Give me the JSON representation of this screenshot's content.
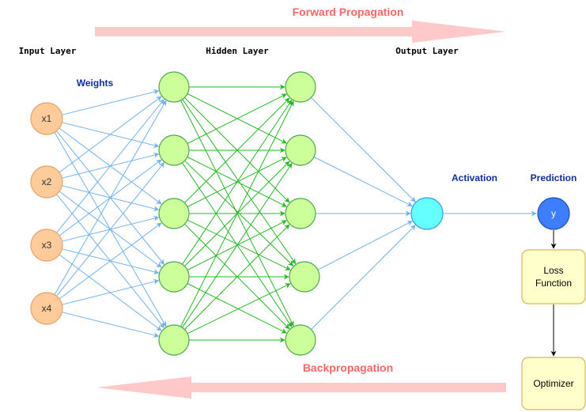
{
  "banners": {
    "forward": "Forward Propagation",
    "backward": "Backpropagation"
  },
  "layers": {
    "input": "Input Layer",
    "hidden": "Hidden Layer",
    "output": "Output Layer"
  },
  "labels": {
    "weights": "Weights",
    "activation": "Activation",
    "prediction": "Prediction"
  },
  "input_nodes": [
    "x1",
    "x2",
    "x3",
    "x4"
  ],
  "prediction_node": "y",
  "boxes": {
    "loss_line1": "Loss",
    "loss_line2": "Function",
    "optimizer": "Optimizer"
  },
  "colors": {
    "input_fill": "#ffcc99",
    "input_stroke": "#e8a36a",
    "hidden_fill": "#ccff99",
    "hidden_stroke": "#4fa84f",
    "activation_fill": "#66ffff",
    "activation_stroke": "#3399ff",
    "prediction_fill": "#3d7dff",
    "prediction_stroke": "#1a4fbf",
    "box_fill": "#ffffcc",
    "box_stroke": "#d6b656",
    "blue_edge": "#6fb2ee",
    "green_edge": "#22bb22",
    "arrow_fill": "#ffc9c9",
    "banner_text": "#ff6666",
    "label_text": "#0d2ea6"
  }
}
